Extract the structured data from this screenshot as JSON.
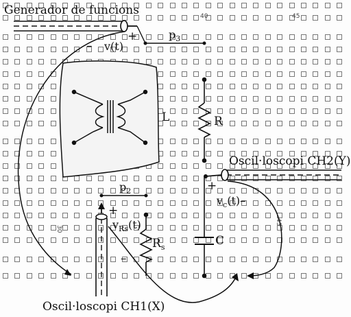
{
  "labels": {
    "generator": "Generador de funcions",
    "ch1": "Oscil·loscopi CH1(X)",
    "ch2": "Oscil·loscopi CH2(Y)",
    "vt": "v(t)",
    "vc_main": "v",
    "vc_sub": "c",
    "vc_tail": "(t)",
    "vrs_main": "v",
    "vrs_sub": "Rs",
    "vrs_tail": "(t)",
    "p3_main": "p",
    "p3_sub": "3",
    "p2_main": "p",
    "p2_sub": "2",
    "L": "L",
    "R": "R",
    "Rs_main": "R",
    "Rs_sub": "s",
    "C": "C",
    "plus": "+",
    "minus": "–"
  },
  "board_numbers": {
    "top_40": "40",
    "top_45": "45",
    "bottom_30": "30",
    "bottom_45": "45"
  },
  "colors": {
    "ink": "#111111",
    "grid": "#555555",
    "paper": "#fdfdfd"
  }
}
